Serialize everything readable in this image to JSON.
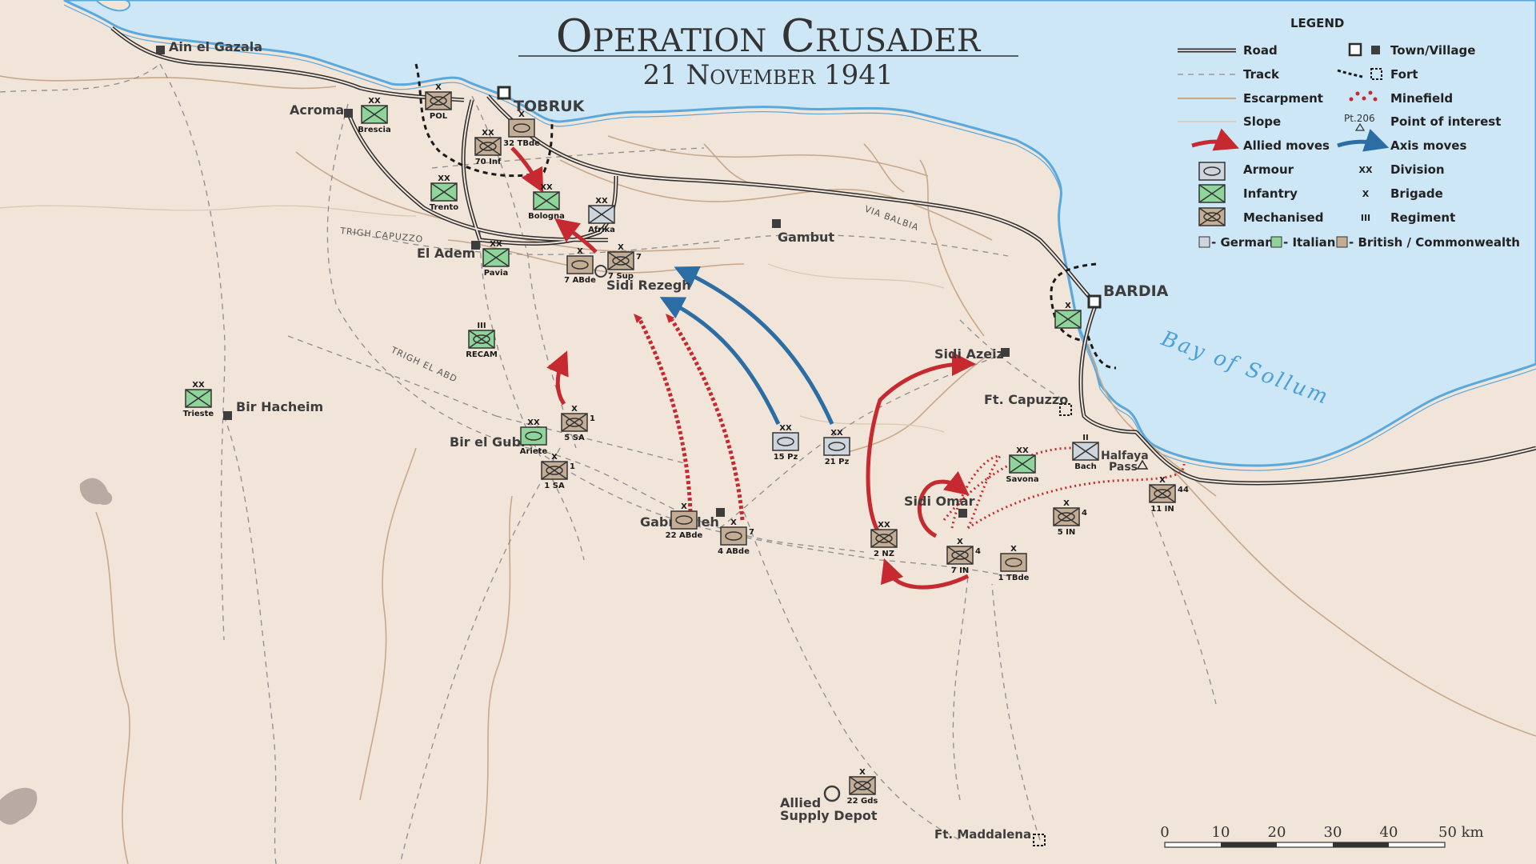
{
  "title": "Operation Crusader",
  "subtitle": "21 November 1941",
  "sea_label": "Bay of Sollum",
  "colors": {
    "land": "#f1e5d9",
    "sea": "#cde7f7",
    "coast": "#5aa9dd",
    "allied": "#c62a30",
    "axis": "#2c6ea3",
    "german": "#cfd5dc",
    "italian": "#8fd49a",
    "british": "#c4ad95"
  },
  "towns": {
    "ain_el_gazala": "Ain el Gazala",
    "acroma": "Acroma",
    "tobruk": "TOBRUK",
    "el_adem": "El Adem",
    "gambut": "Gambut",
    "sidi_rezegh": "Sidi Rezegh",
    "bardia": "BARDIA",
    "sidi_azeiz": "Sidi Azeiz",
    "ft_capuzzo": "Ft. Capuzzo",
    "bir_hacheim": "Bir Hacheim",
    "bir_el_gubi": "Bir el Gubi",
    "gabr_saleh": "Gabr Saleh",
    "sidi_omar": "Sidi Omar",
    "halfaya_pass_1": "Halfaya",
    "halfaya_pass_2": "Pass",
    "allied_supply_1": "Allied",
    "allied_supply_2": "Supply Depot",
    "ft_maddalena": "Ft. Maddalena"
  },
  "route_labels": {
    "trigh_capuzzo": "TRIGH CAPUZZO",
    "trigh_el_abd": "TRIGH EL ABD",
    "via_balbia": "VIA BALBIA"
  },
  "units": [
    {
      "name": "POL",
      "size": "X",
      "type": "mechanised",
      "side": "british"
    },
    {
      "name": "Brescia",
      "size": "XX",
      "type": "infantry",
      "side": "italian"
    },
    {
      "name": "32 TBde",
      "size": "X",
      "type": "armour",
      "side": "british"
    },
    {
      "name": "70 Inf",
      "size": "XX",
      "type": "mechanised",
      "side": "british"
    },
    {
      "name": "Trento",
      "size": "XX",
      "type": "infantry",
      "side": "italian"
    },
    {
      "name": "Bologna",
      "size": "XX",
      "type": "infantry",
      "side": "italian"
    },
    {
      "name": "Afrika",
      "size": "XX",
      "type": "infantry",
      "side": "german"
    },
    {
      "name": "Pavia",
      "size": "XX",
      "type": "infantry",
      "side": "italian"
    },
    {
      "name": "7 ABde",
      "size": "X",
      "type": "armour",
      "side": "british"
    },
    {
      "name": "7 Sup",
      "size": "X",
      "type": "mechanised",
      "side": "british",
      "suffix": "7"
    },
    {
      "name": "RECAM",
      "size": "III",
      "type": "mechanised",
      "side": "italian"
    },
    {
      "name": "Trieste",
      "size": "XX",
      "type": "infantry",
      "side": "italian"
    },
    {
      "name": "5 SA",
      "size": "X",
      "type": "mechanised",
      "side": "british",
      "suffix": "1"
    },
    {
      "name": "Ariete",
      "size": "XX",
      "type": "armour",
      "side": "italian"
    },
    {
      "name": "1 SA",
      "size": "X",
      "type": "mechanised",
      "side": "british",
      "suffix": "1"
    },
    {
      "name": "15 Pz",
      "size": "XX",
      "type": "armour",
      "side": "german"
    },
    {
      "name": "21 Pz",
      "size": "XX",
      "type": "armour",
      "side": "german"
    },
    {
      "name": "22 ABde",
      "size": "X",
      "type": "armour",
      "side": "british"
    },
    {
      "name": "4 ABde",
      "size": "X",
      "type": "armour",
      "side": "british",
      "suffix": "7"
    },
    {
      "name": "2 NZ",
      "size": "XX",
      "type": "mechanised",
      "side": "british"
    },
    {
      "name": "7 IN",
      "size": "X",
      "type": "mechanised",
      "side": "british",
      "suffix": "4"
    },
    {
      "name": "1 TBde",
      "size": "X",
      "type": "armour",
      "side": "british"
    },
    {
      "name": "Savona",
      "size": "XX",
      "type": "infantry",
      "side": "italian"
    },
    {
      "name": "Bach",
      "size": "II",
      "type": "infantry",
      "side": "german"
    },
    {
      "name": "5 IN",
      "size": "X",
      "type": "mechanised",
      "side": "british",
      "suffix": "4"
    },
    {
      "name": "11 IN",
      "size": "X",
      "type": "mechanised",
      "side": "british",
      "suffix": "44"
    },
    {
      "name": "",
      "size": "X",
      "type": "infantry",
      "side": "italian"
    },
    {
      "name": "22 Gds",
      "size": "X",
      "type": "mechanised",
      "side": "british"
    }
  ],
  "legend": {
    "title": "LEGEND",
    "road": "Road",
    "track": "Track",
    "escarpment": "Escarpment",
    "slope": "Slope",
    "allied_moves": "Allied moves",
    "armour": "Armour",
    "infantry": "Infantry",
    "mechanised": "Mechanised",
    "town_village": "Town/Village",
    "fort": "Fort",
    "minefield": "Minefield",
    "point_label": "Pt.206",
    "point_of_interest": "Point of interest",
    "axis_moves": "Axis moves",
    "division_sym": "XX",
    "division": "Division",
    "brigade_sym": "X",
    "brigade": "Brigade",
    "regiment_sym": "III",
    "regiment": "Regiment",
    "german": "- German",
    "italian": "- Italian",
    "british": "- British / Commonwealth"
  },
  "scale": {
    "ticks": [
      "0",
      "10",
      "20",
      "30",
      "40",
      "50 km"
    ]
  }
}
